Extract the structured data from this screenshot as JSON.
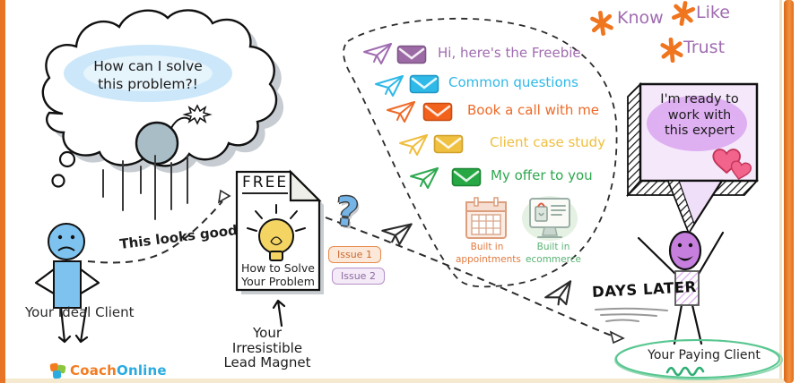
{
  "brand": {
    "name_part1": "Coach",
    "name_part2": "Online",
    "colors": {
      "part1": "#F47B20",
      "part2": "#29ABE2"
    }
  },
  "frame": {
    "border_color": "#E87426",
    "bottom_band_color": "#F5E9D0"
  },
  "thought_bubble": {
    "line1": "How can I solve",
    "line2": "this problem?!",
    "highlight_color": "#CBE7F9"
  },
  "ideal_client": {
    "label": "Your Ideal Client",
    "note": "This looks good",
    "figure_color": "#7EC3EF"
  },
  "lead_magnet": {
    "badge": "FREE",
    "title_line1": "How to Solve",
    "title_line2": "Your Problem",
    "caption_line1": "Your",
    "caption_line2": "Irresistible",
    "caption_line3": "Lead Magnet",
    "question_mark": "?",
    "issue1": "Issue 1",
    "issue2": "Issue 2",
    "issue1_color": "#E88A4D",
    "issue2_color": "#B490C8"
  },
  "email_sequence": {
    "items": [
      {
        "label": "Hi, here's the Freebie",
        "color": "#A06CB0"
      },
      {
        "label": "Common questions",
        "color": "#2FB9E8"
      },
      {
        "label": "Book a call with me",
        "color": "#EE6A28"
      },
      {
        "label": "Client case study",
        "color": "#EFBE3F"
      },
      {
        "label": "My offer to you",
        "color": "#2EA84F"
      }
    ]
  },
  "features": {
    "appointments": {
      "line1": "Built in",
      "line2": "appointments",
      "color": "#E07A3F"
    },
    "ecommerce": {
      "line1": "Built in",
      "line2": "ecommerce",
      "color": "#57B273"
    }
  },
  "klt": {
    "know": "Know",
    "like": "Like",
    "trust": "Trust",
    "text_color": "#A06CB0",
    "star_color": "#F0751F"
  },
  "speech_bubble": {
    "line1": "I'm ready to",
    "line2": "work with",
    "line3": "this expert",
    "fill_color": "#F5E8FB",
    "highlight_color": "#D9A4EE",
    "heart_color": "#F2648C"
  },
  "outcome": {
    "days_later": "DAYS LATER",
    "label": "Your Paying Client",
    "ellipse_color": "#58C690",
    "figure_color": "#C77FDE"
  },
  "icons": {
    "thought_cloud": "cloud-outline-shape",
    "bomb": "gray-circle-fuse-spark",
    "paper_plane": "triangle-plane-outline",
    "envelope": "rounded-rect-with-flap",
    "calendar": "grid-calendar-outline",
    "ecommerce_monitor": "monitor-with-bag-and-lock",
    "star_burst": "six-spoke-asterisk",
    "hearts": "two-pink-hearts",
    "lightbulb": "yellow-bulb-with-rays",
    "document": "page-with-folded-corner",
    "question_mark": "blue-sketch-question",
    "funnel_outline": "dashed-blob",
    "brand_logo": "three-color-squares"
  }
}
